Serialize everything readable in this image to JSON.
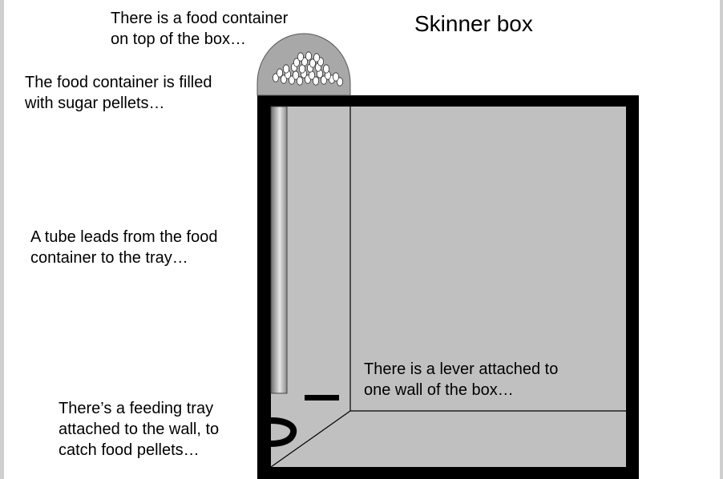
{
  "title": "Skinner box",
  "annotations": {
    "food_container": [
      "There is a food container",
      "on top of the box…"
    ],
    "pellets": [
      "The food container is filled",
      "with sugar pellets…"
    ],
    "tube": [
      "A tube leads from the food",
      "container to the tray…"
    ],
    "lever": [
      "There is a lever attached to",
      "one wall of the box…"
    ],
    "tray": [
      "There’s a feeding tray",
      "attached to the wall, to",
      "catch food pellets…"
    ]
  },
  "colors": {
    "box_wall": "#000000",
    "box_interior": "#c0c0c0",
    "container_fill": "#a8a8a8",
    "pellet": "#ffffff"
  }
}
